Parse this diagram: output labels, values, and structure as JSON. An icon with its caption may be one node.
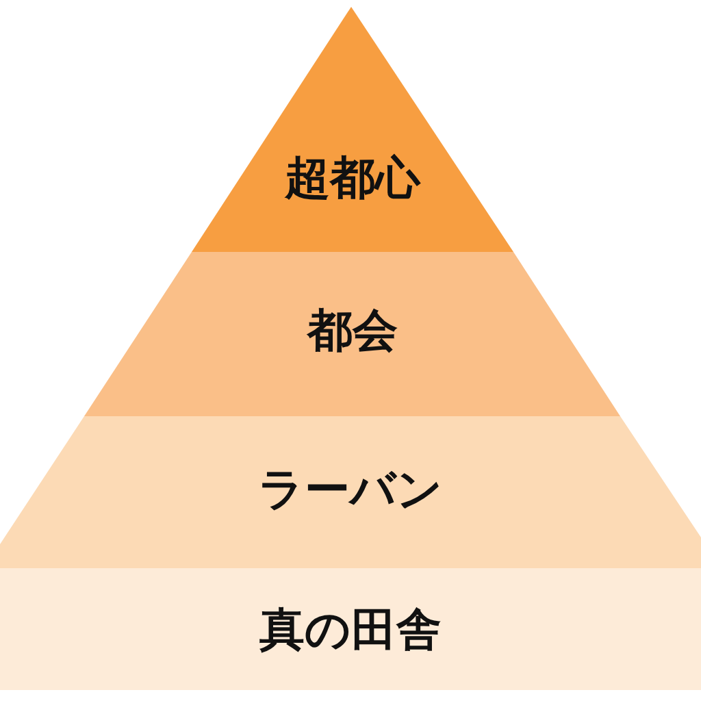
{
  "diagram": {
    "nodes": [
      {
        "text": [
          "超都心"
        ]
      },
      {
        "text": [
          "都会"
        ]
      },
      {
        "text": [
          "ラーバン"
        ]
      },
      {
        "text": [
          "真の田舎"
        ]
      }
    ]
  }
}
